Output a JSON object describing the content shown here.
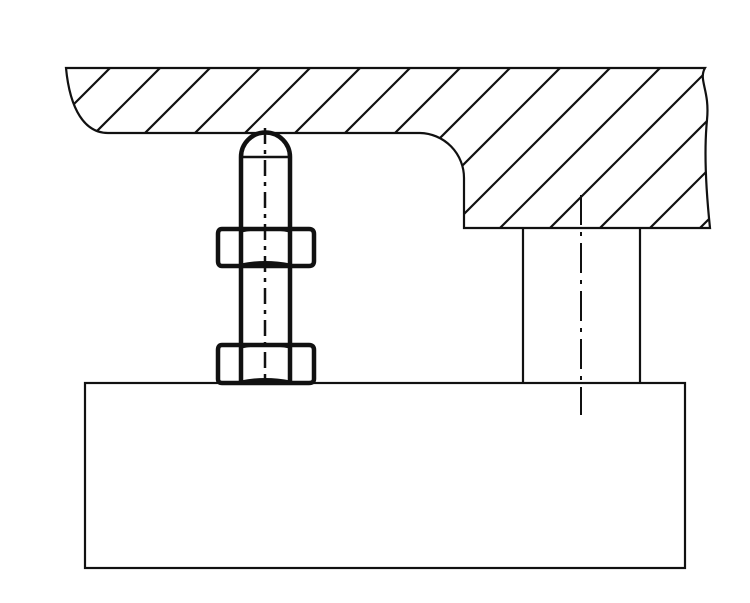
{
  "drawing": {
    "stroke_color": "#111111",
    "background": "#ffffff",
    "parts": [
      "hatched-overhang-section",
      "support-pillar",
      "base-block",
      "threaded-stud-with-rounded-tip",
      "upper-hex-nut",
      "lower-hex-nut"
    ]
  }
}
